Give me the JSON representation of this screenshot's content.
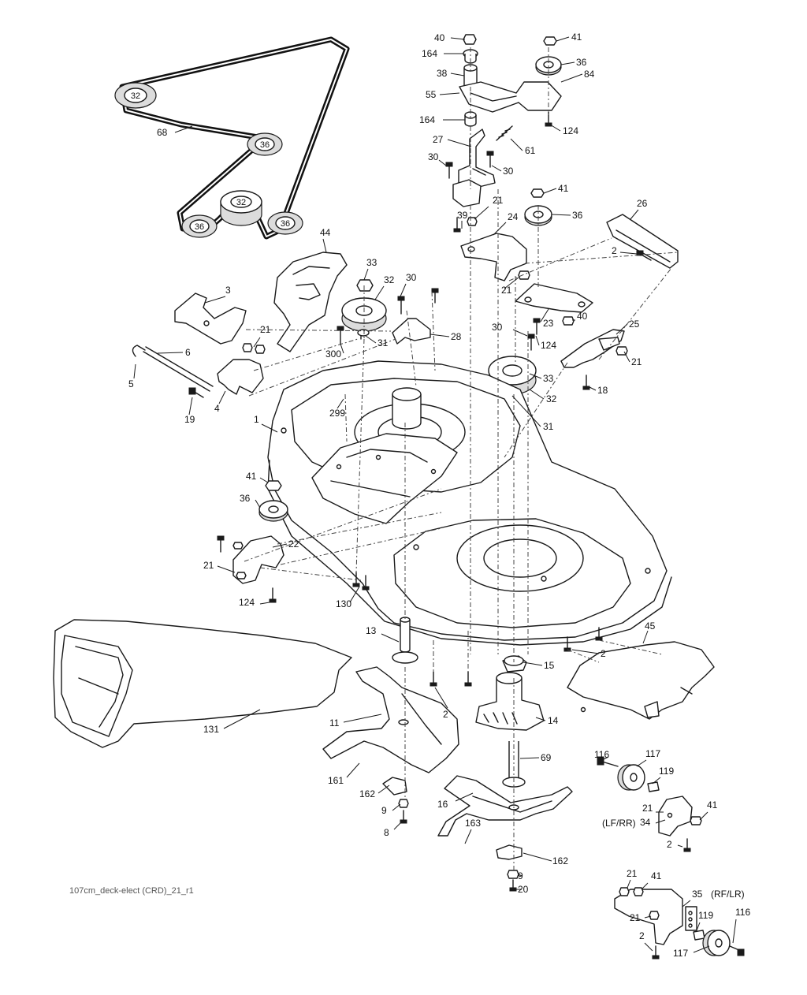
{
  "diagram_id": "107cm_deck-elect (CRD)_21_r1",
  "belt_labels": [
    "32",
    "36",
    "32",
    "36",
    "36"
  ],
  "callouts": [
    "40",
    "41",
    "164",
    "36",
    "38",
    "84",
    "55",
    "164",
    "124",
    "27",
    "61",
    "30",
    "30",
    "41",
    "21",
    "24",
    "36",
    "39",
    "26",
    "2",
    "44",
    "33",
    "30",
    "3",
    "32",
    "21",
    "21",
    "23",
    "40",
    "25",
    "30",
    "124",
    "21",
    "28",
    "300",
    "31",
    "6",
    "33",
    "5",
    "18",
    "19",
    "4",
    "299",
    "32",
    "31",
    "1",
    "41",
    "36",
    "22",
    "21",
    "124",
    "130",
    "13",
    "45",
    "2",
    "15",
    "2",
    "131",
    "11",
    "14",
    "69",
    "116",
    "117",
    "119",
    "161",
    "162",
    "9",
    "16",
    "21",
    "41",
    "34",
    "(LF/RR)",
    "2",
    "8",
    "163",
    "162",
    "9",
    "20",
    "21",
    "41",
    "35",
    "(RF/LR)",
    "21",
    "119",
    "116",
    "2",
    "117",
    "68"
  ]
}
